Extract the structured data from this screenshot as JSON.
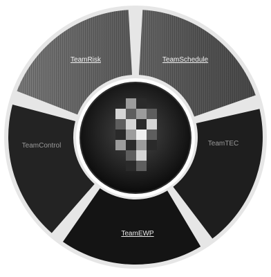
{
  "diagram": {
    "segments": [
      {
        "id": "risk",
        "label": "TeamRisk",
        "is_link": true,
        "shade": "#6e6e6e",
        "text_color": "#f2f2f2"
      },
      {
        "id": "schedule",
        "label": "TeamSchedule",
        "is_link": true,
        "shade": "#5a5a5a",
        "text_color": "#f2f2f2"
      },
      {
        "id": "tec",
        "label": "TeamTEC",
        "is_link": false,
        "shade": "#1e1e1e",
        "text_color": "#9a9a9a"
      },
      {
        "id": "ewp",
        "label": "TeamEWP",
        "is_link": true,
        "shade": "#141414",
        "text_color": "#eaeaea"
      },
      {
        "id": "control",
        "label": "TeamControl",
        "is_link": false,
        "shade": "#232323",
        "text_color": "#9a9a9a"
      }
    ],
    "hub": {
      "icon": "checker-cross-icon",
      "colors": [
        "#2a2a2a",
        "#5e5e5e",
        "#9c9c9c",
        "#d6d6d6"
      ]
    }
  }
}
